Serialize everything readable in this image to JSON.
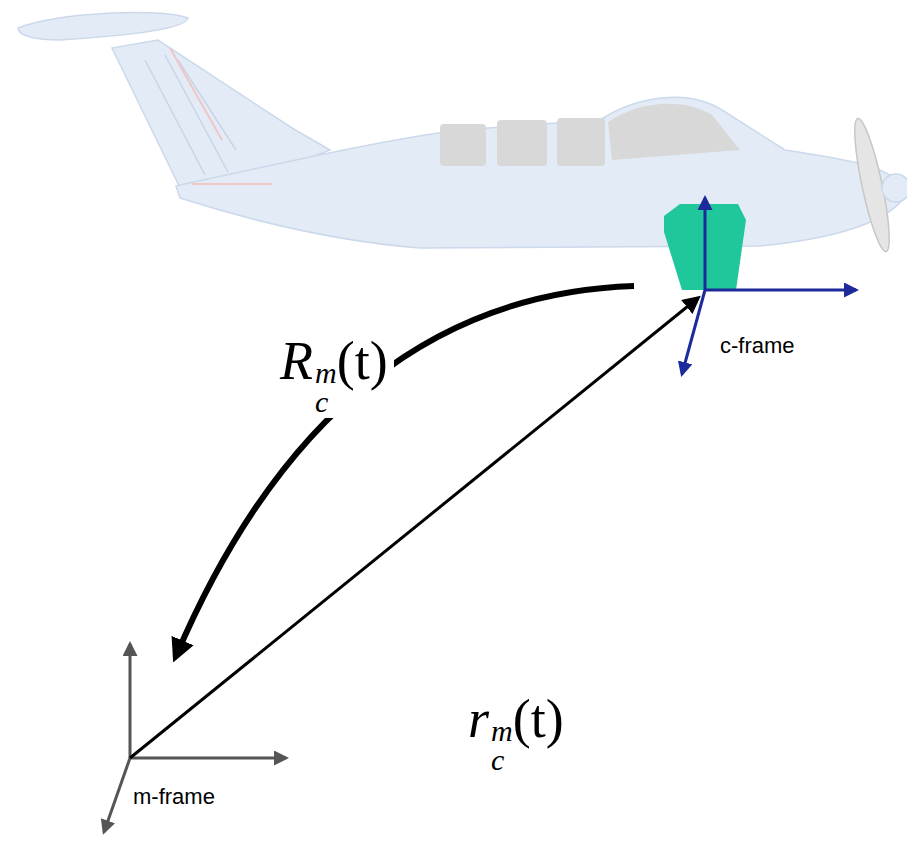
{
  "diagram": {
    "labels": [
      "Rcm(t)",
      "rcm(t)",
      "c-frame",
      "m-frame"
    ]
  }
}
